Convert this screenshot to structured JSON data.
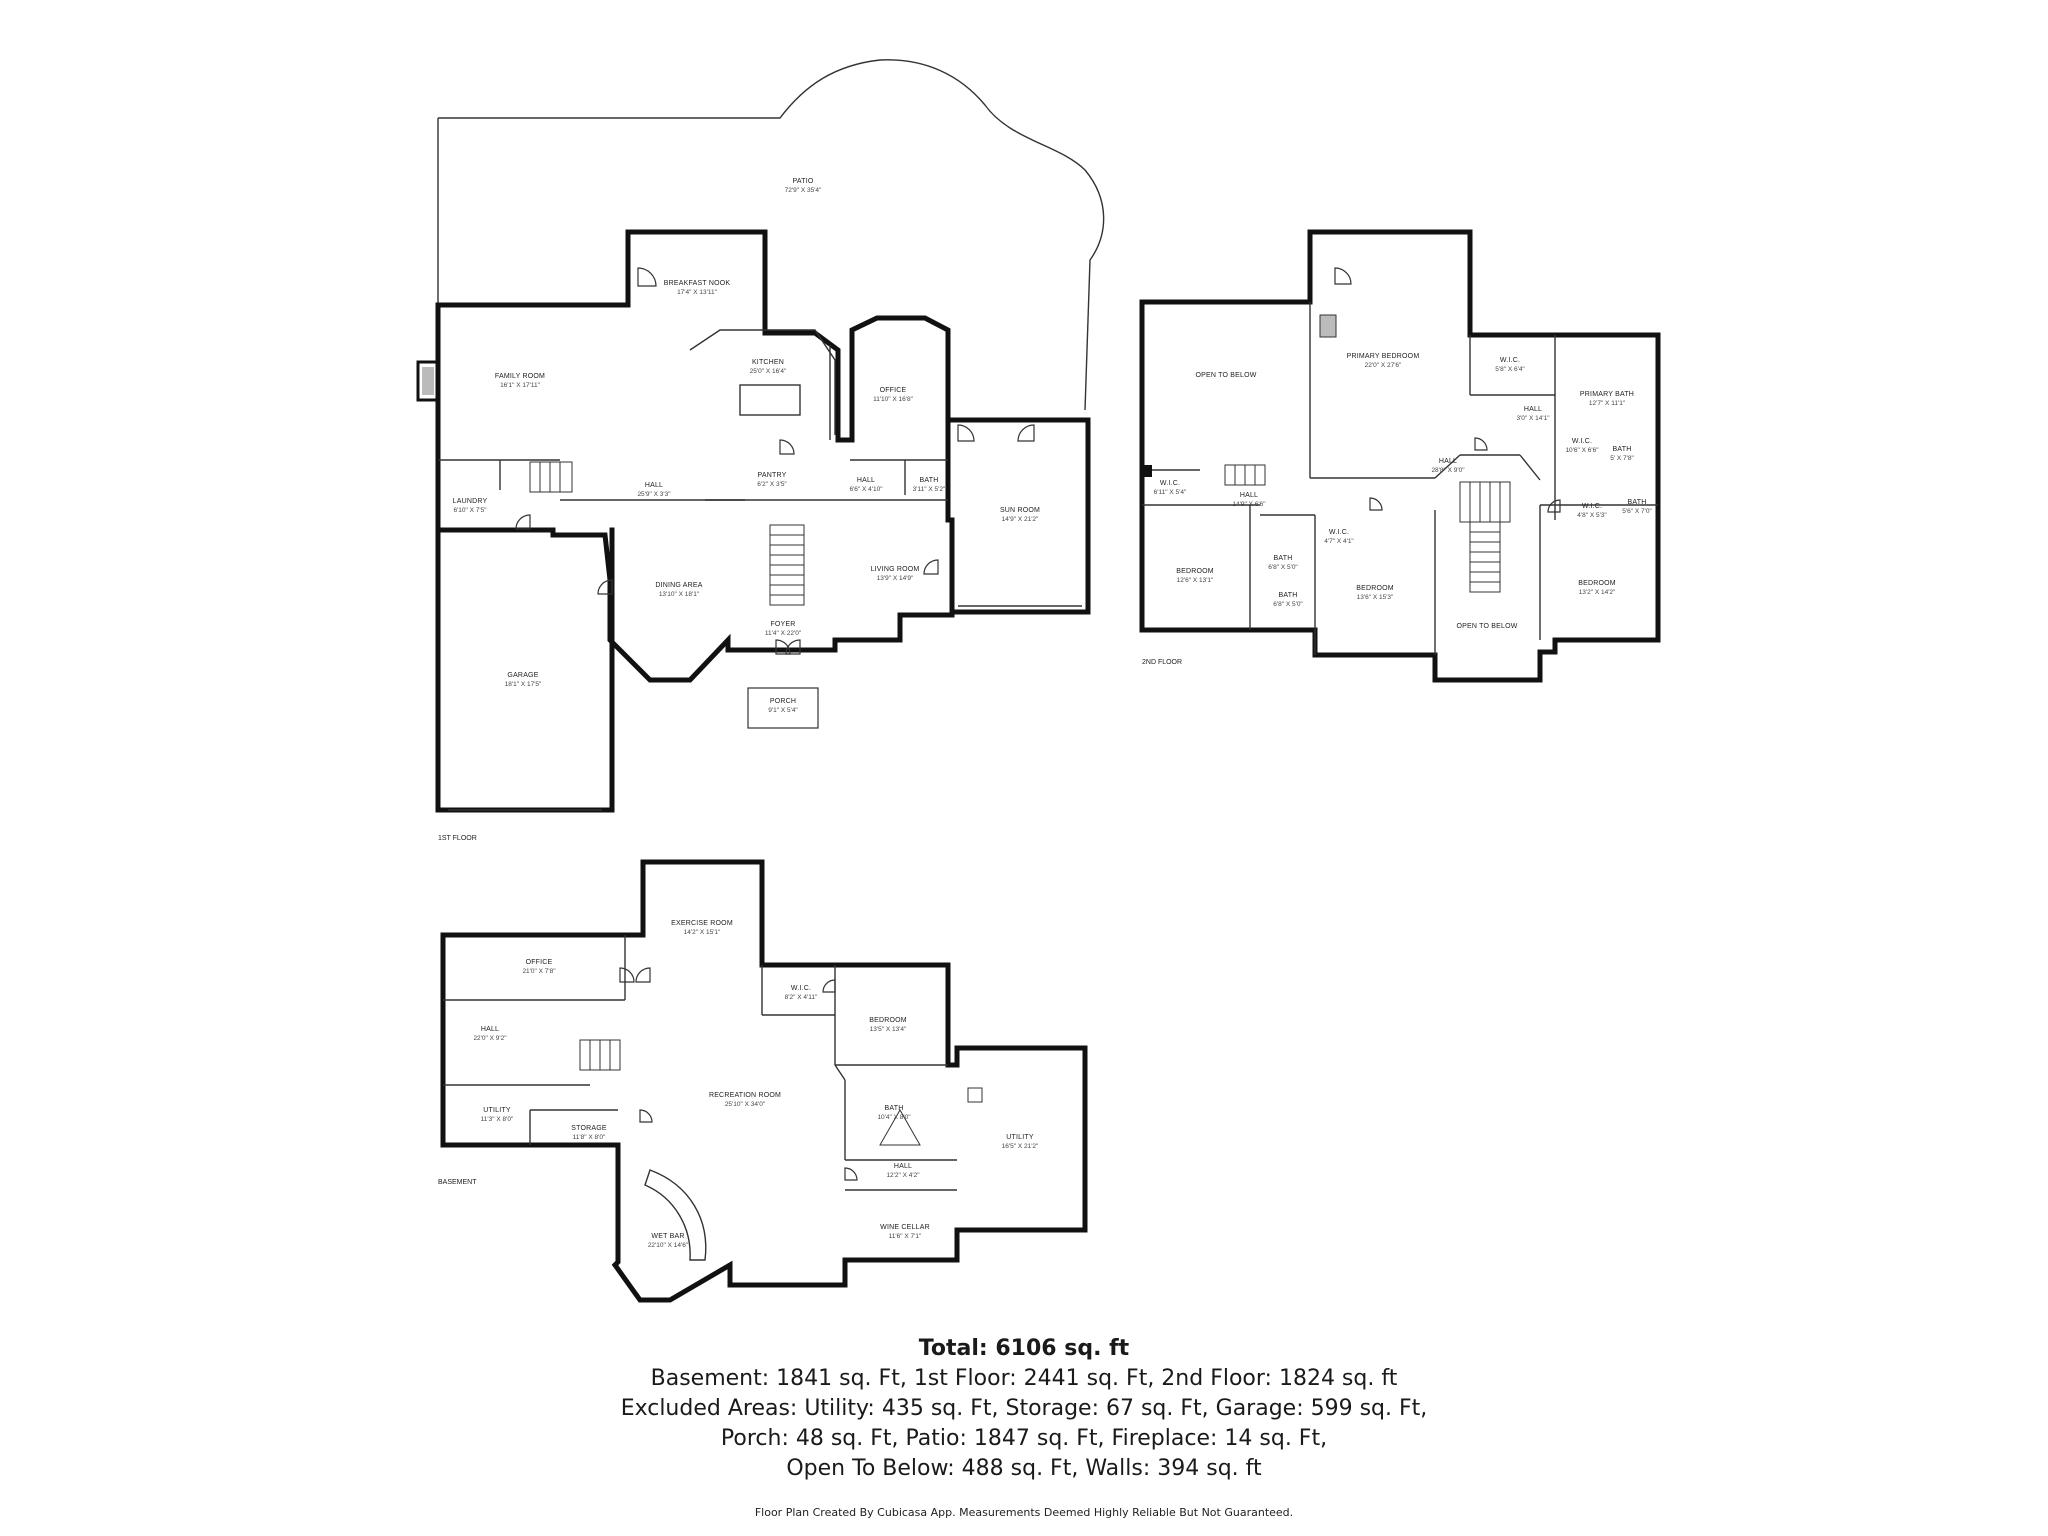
{
  "floors": {
    "first": "1ST FLOOR",
    "second": "2ND FLOOR",
    "basement": "BASEMENT"
  },
  "rooms": {
    "patio": {
      "name": "PATIO",
      "dim": "72'9\" X 35'4\""
    },
    "breakfast_nook": {
      "name": "BREAKFAST NOOK",
      "dim": "17'4\" X 13'11\""
    },
    "family_room": {
      "name": "FAMILY ROOM",
      "dim": "16'1\" X 17'11\""
    },
    "kitchen": {
      "name": "KITCHEN",
      "dim": "25'0\" X 16'4\""
    },
    "office_1": {
      "name": "OFFICE",
      "dim": "11'10\" X 16'8\""
    },
    "pantry": {
      "name": "PANTRY",
      "dim": "6'2\" X 3'5\""
    },
    "hall_1a": {
      "name": "HALL",
      "dim": "25'9\" X 3'3\""
    },
    "hall_1b": {
      "name": "HALL",
      "dim": "6'6\" X 4'10\""
    },
    "bath_1": {
      "name": "BATH",
      "dim": "3'11\" X 5'2\""
    },
    "laundry": {
      "name": "LAUNDRY",
      "dim": "6'10\" X 7'5\""
    },
    "sun_room": {
      "name": "SUN ROOM",
      "dim": "14'9\" X 21'2\""
    },
    "dining_area": {
      "name": "DINING AREA",
      "dim": "13'10\" X 18'1\""
    },
    "living_room": {
      "name": "LIVING ROOM",
      "dim": "13'9\" X 14'9\""
    },
    "foyer": {
      "name": "FOYER",
      "dim": "11'4\" X 22'0\""
    },
    "garage": {
      "name": "GARAGE",
      "dim": "18'1\" X 17'5\""
    },
    "porch": {
      "name": "PORCH",
      "dim": "9'1\" X 5'4\""
    },
    "open_to_below_a": {
      "name": "OPEN TO BELOW",
      "dim": ""
    },
    "primary_bedroom": {
      "name": "PRIMARY BEDROOM",
      "dim": "22'0\" X 27'6\""
    },
    "wic_2a": {
      "name": "W.I.C.",
      "dim": "5'8\" X 6'4\""
    },
    "primary_bath": {
      "name": "PRIMARY BATH",
      "dim": "12'7\" X 11'1\""
    },
    "hall_2a": {
      "name": "HALL",
      "dim": "3'0\" X 14'1\""
    },
    "wic_2b": {
      "name": "W.I.C.",
      "dim": "10'6\" X 6'6\""
    },
    "bath_2a": {
      "name": "BATH",
      "dim": "5' X 7'8\""
    },
    "hall_2b": {
      "name": "HALL",
      "dim": "28'8\" X 9'0\""
    },
    "wic_2c": {
      "name": "W.I.C.",
      "dim": "6'11\" X 5'4\""
    },
    "hall_2c": {
      "name": "HALL",
      "dim": "14'9\" X 6'6\""
    },
    "wic_2d": {
      "name": "W.I.C.",
      "dim": "4'7\" X 4'1\""
    },
    "wic_2e": {
      "name": "W.I.C.",
      "dim": "4'8\" X 5'3\""
    },
    "bath_2b": {
      "name": "BATH",
      "dim": "5'6\" X 7'0\""
    },
    "bedroom_2a": {
      "name": "BEDROOM",
      "dim": "12'6\" X 13'1\""
    },
    "bath_2c": {
      "name": "BATH",
      "dim": "6'8\" X 5'0\""
    },
    "bath_2d": {
      "name": "BATH",
      "dim": "6'8\" X 5'0\""
    },
    "bedroom_2b": {
      "name": "BEDROOM",
      "dim": "13'6\" X 15'3\""
    },
    "open_to_below_b": {
      "name": "OPEN TO BELOW",
      "dim": ""
    },
    "bedroom_2c": {
      "name": "BEDROOM",
      "dim": "13'2\" X 14'2\""
    },
    "exercise_room": {
      "name": "EXERCISE ROOM",
      "dim": "14'2\" X 15'1\""
    },
    "office_b": {
      "name": "OFFICE",
      "dim": "21'0\" X 7'8\""
    },
    "wic_b": {
      "name": "W.I.C.",
      "dim": "8'2\" X 4'11\""
    },
    "bedroom_b": {
      "name": "BEDROOM",
      "dim": "13'5\" X 13'4\""
    },
    "hall_ba": {
      "name": "HALL",
      "dim": "22'0\" X 9'2\""
    },
    "recreation_room": {
      "name": "RECREATION ROOM",
      "dim": "25'10\" X 34'0\""
    },
    "bath_b": {
      "name": "BATH",
      "dim": "10'4\" X 8'0\""
    },
    "utility_a": {
      "name": "UTILITY",
      "dim": "11'3\" X 8'0\""
    },
    "storage": {
      "name": "STORAGE",
      "dim": "11'8\" X 8'0\""
    },
    "utility_b": {
      "name": "UTILITY",
      "dim": "16'5\" X 21'2\""
    },
    "hall_bb": {
      "name": "HALL",
      "dim": "12'2\" X 4'2\""
    },
    "wine_cellar": {
      "name": "WINE CELLAR",
      "dim": "11'6\" X 7'1\""
    },
    "wet_bar": {
      "name": "WET BAR",
      "dim": "22'10\" X 14'6\""
    }
  },
  "summary": {
    "total": "Total: 6106 sq. ft",
    "line1": "Basement: 1841 sq. Ft, 1st Floor: 2441 sq. Ft, 2nd Floor: 1824 sq. ft",
    "line2": "Excluded Areas: Utility: 435 sq. Ft, Storage: 67 sq. Ft, Garage: 599 sq. Ft,",
    "line3": "Porch: 48 sq. Ft, Patio: 1847 sq. Ft, Fireplace: 14 sq. Ft,",
    "line4": "Open To Below: 488 sq. Ft, Walls: 394 sq. ft"
  },
  "credit": "Floor Plan Created By Cubicasa App. Measurements Deemed Highly Reliable But Not Guaranteed."
}
